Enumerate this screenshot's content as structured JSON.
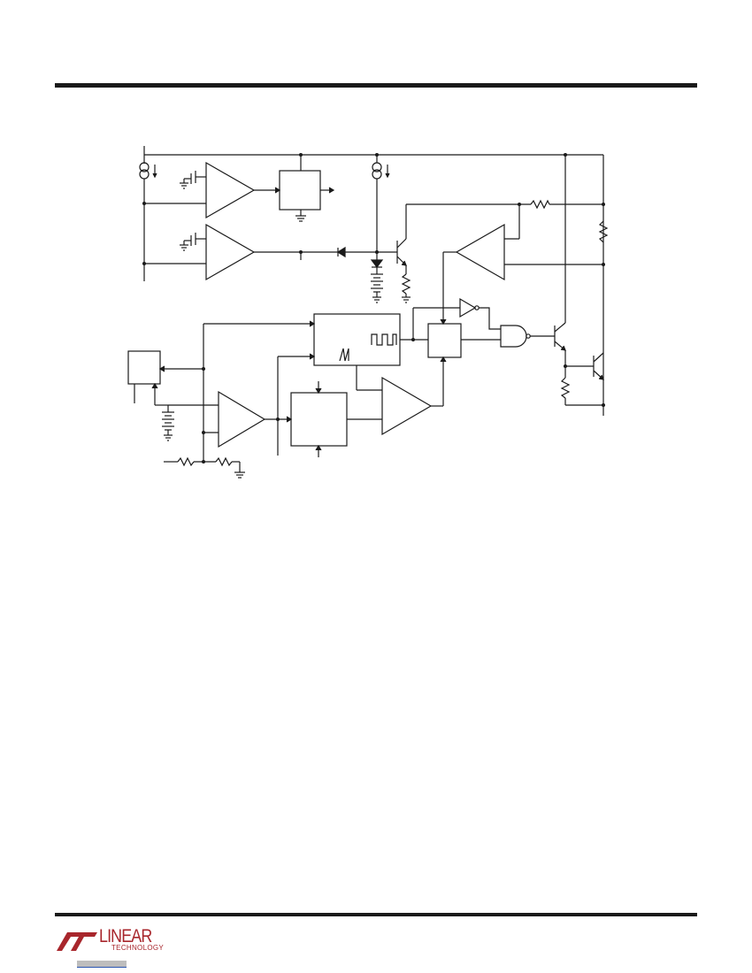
{
  "header": {
    "rule": "top"
  },
  "diagram": {
    "kind": "block-diagram",
    "stroke_color": "#1a1a1a"
  },
  "footer": {
    "logo": {
      "brand_main": "LINEAR",
      "brand_sub": "TECHNOLOGY",
      "color": "#a8262c"
    },
    "link_bar_color": "#bdbdbd",
    "link_line_color": "#2a55b0"
  }
}
